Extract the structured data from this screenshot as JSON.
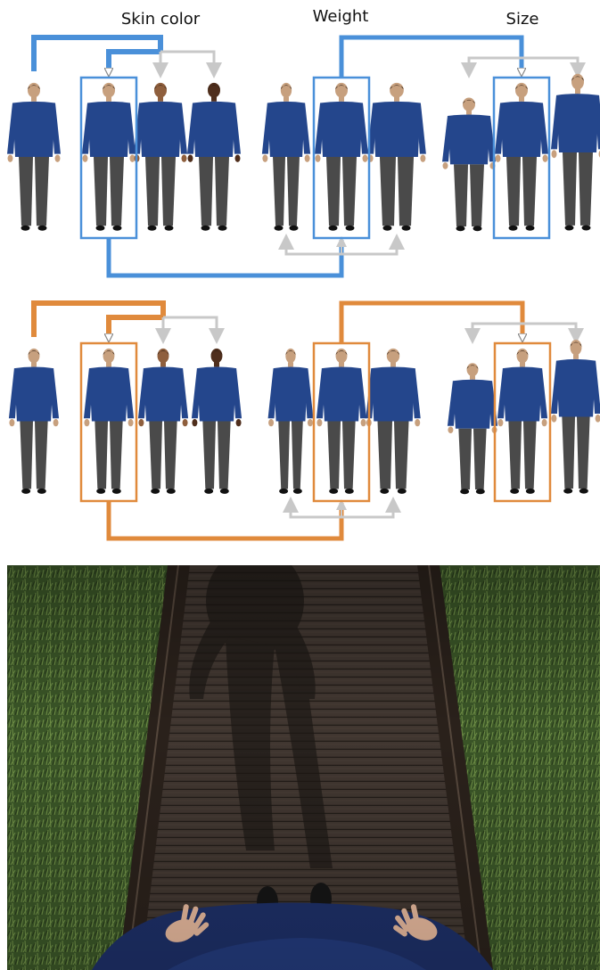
{
  "labels": {
    "skin_color": "Skin color",
    "weight": "Weight",
    "size": "Size"
  },
  "colors": {
    "male_accent": "#4a90d9",
    "female_accent": "#e08a3c",
    "connector_gray": "#c8c8c8",
    "shirt": "#24468c",
    "pants": "#4a4a4a",
    "shoes": "#111111",
    "skin_light": "#c7a07e",
    "skin_medium": "#8f5f3d",
    "skin_dark": "#4f2e1c",
    "hair": "#2a1a10",
    "grass": "#3d5a2a",
    "bridge_wood": "#3e342d"
  },
  "rows": [
    {
      "id": "male",
      "accent": "male_accent",
      "groups": [
        {
          "dimension": "skin_color",
          "figures": [
            "reference",
            "light",
            "medium",
            "dark"
          ],
          "highlighted": 1
        },
        {
          "dimension": "weight",
          "figures": [
            "thin",
            "reference",
            "heavy"
          ],
          "highlighted": 1
        },
        {
          "dimension": "size",
          "figures": [
            "short",
            "reference",
            "tall"
          ],
          "highlighted": 1
        }
      ]
    },
    {
      "id": "female",
      "accent": "female_accent",
      "groups": [
        {
          "dimension": "skin_color",
          "figures": [
            "reference",
            "light",
            "medium",
            "dark"
          ],
          "highlighted": 1
        },
        {
          "dimension": "weight",
          "figures": [
            "thin",
            "reference",
            "heavy"
          ],
          "highlighted": 1
        },
        {
          "dimension": "size",
          "figures": [
            "short",
            "reference",
            "tall"
          ],
          "highlighted": 1
        }
      ]
    }
  ],
  "scene": {
    "view": "first-person view of avatar standing on wooden footbridge over grass"
  }
}
